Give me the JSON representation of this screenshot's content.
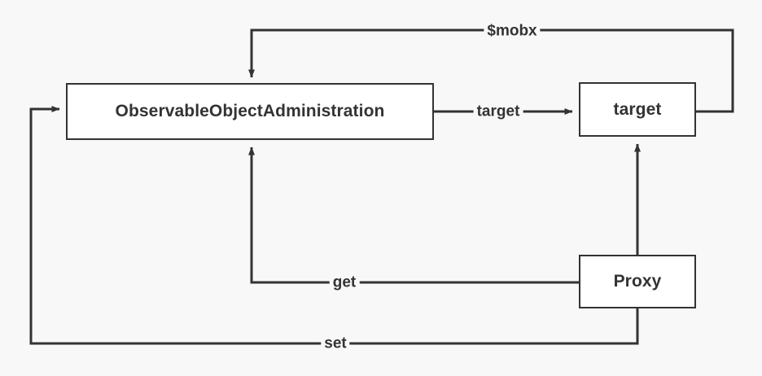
{
  "diagram": {
    "title": "MobX observable object proxy relationship diagram",
    "colors": {
      "background": "#f8f8f8",
      "node_fill": "#ffffff",
      "stroke": "#333333",
      "text": "#333333"
    },
    "nodes": [
      {
        "id": "admin",
        "label": "ObservableObjectAdministration"
      },
      {
        "id": "target",
        "label": "target"
      },
      {
        "id": "proxy",
        "label": "Proxy"
      }
    ],
    "edges": [
      {
        "id": "mobx",
        "label": "$mobx",
        "from": "target",
        "to": "admin"
      },
      {
        "id": "target",
        "label": "target",
        "from": "admin",
        "to": "target"
      },
      {
        "id": "get",
        "label": "get",
        "from": "proxy",
        "to": "admin"
      },
      {
        "id": "set",
        "label": "set",
        "from": "proxy",
        "to": "admin"
      },
      {
        "id": "proxy-target",
        "label": "",
        "from": "proxy",
        "to": "target"
      }
    ]
  }
}
